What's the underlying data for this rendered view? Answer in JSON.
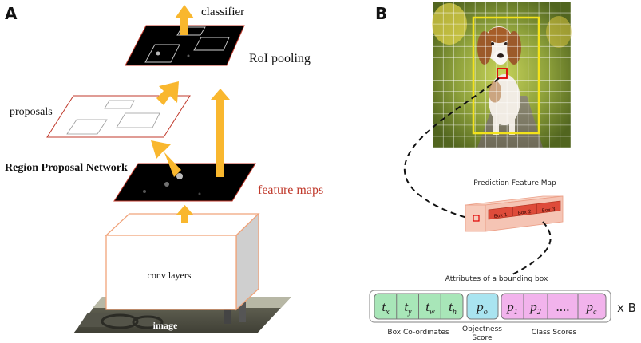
{
  "panel_a": {
    "label": "A",
    "classifier": "classifier",
    "roi_pooling": "RoI pooling",
    "proposals": "proposals",
    "rpn": "Region Proposal Network",
    "feature_maps": "feature maps",
    "conv_layers": "conv layers",
    "image": "image"
  },
  "panel_b": {
    "label": "B",
    "prediction_feature_map": "Prediction Feature Map",
    "box_labels": [
      "Box 1",
      "Box 2",
      "Box 3"
    ],
    "attributes_title": "Attributes of a bounding box",
    "box_coord_terms": [
      {
        "base": "t",
        "sub": "x"
      },
      {
        "base": "t",
        "sub": "y"
      },
      {
        "base": "t",
        "sub": "w"
      },
      {
        "base": "t",
        "sub": "h"
      }
    ],
    "objectness_term": {
      "base": "p",
      "sub": "o"
    },
    "class_terms": [
      {
        "base": "p",
        "sub": "1"
      },
      {
        "base": "p",
        "sub": "2"
      },
      {
        "base": "....",
        "sub": ""
      },
      {
        "base": "p",
        "sub": "c"
      }
    ],
    "multiplier": "x B",
    "box_coordinates_label": "Box Co-ordinates",
    "objectness_label": [
      "Objectness",
      "Score"
    ],
    "class_scores_label": "Class Scores"
  },
  "colors": {
    "arrow": "#F9B72E",
    "frame_red": "#C0392B",
    "conv_orange": "#F0A37A",
    "coord_green": "#A8E6B8",
    "objectness_cyan": "#A9E4F0",
    "class_pink": "#F2B3EC",
    "feature_tensor": "#F5C4B4",
    "bbox_yellow": "#F3E21B"
  }
}
